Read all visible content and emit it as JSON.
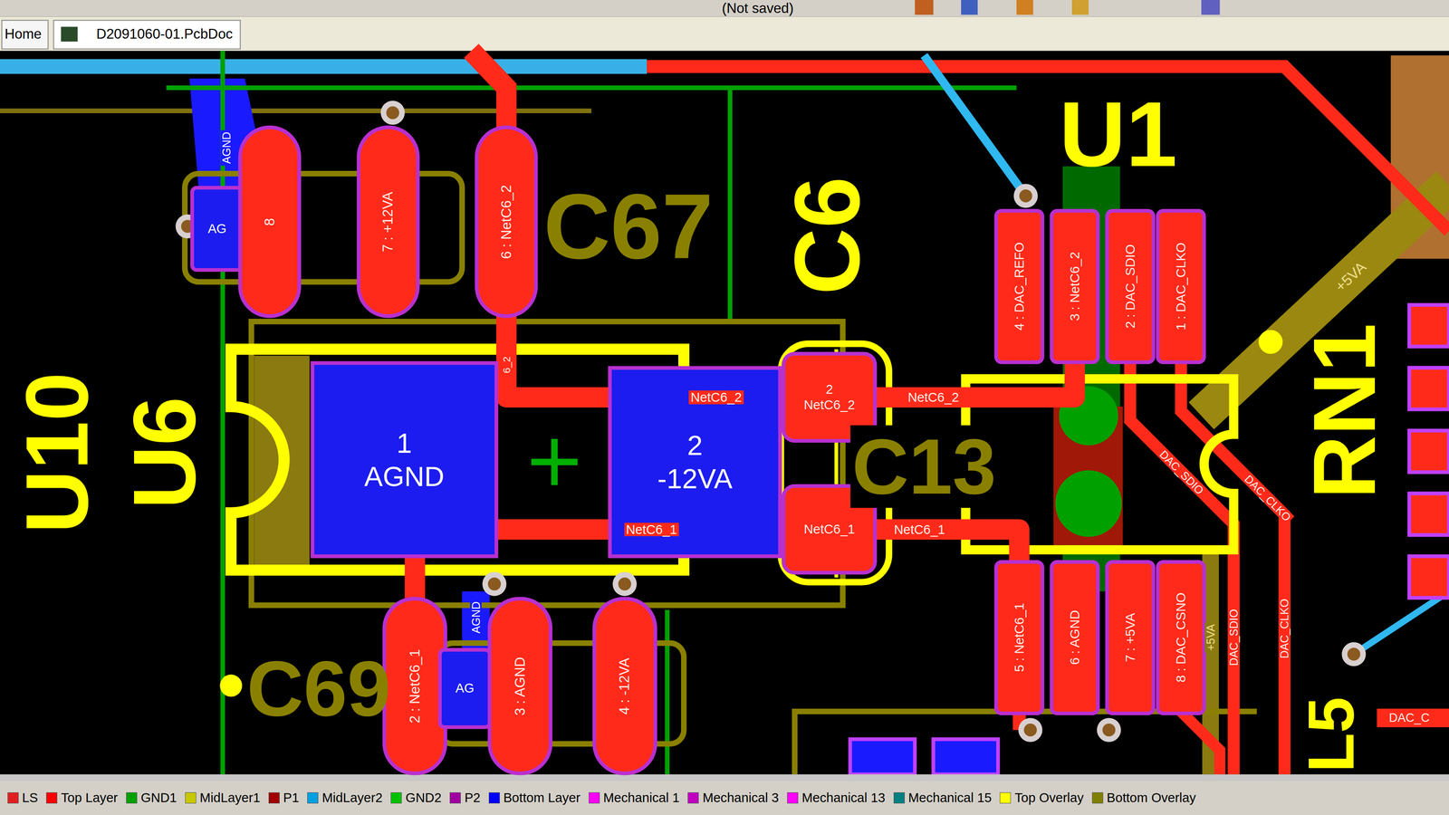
{
  "diagram": {
    "nodes": [
      {
        "text": [
          "AG"
        ]
      },
      {
        "text": [
          "8"
        ]
      },
      {
        "text": [
          "7 : +12VA"
        ]
      },
      {
        "text": [
          "6 : NetC6_2"
        ]
      },
      {
        "text": [
          "4 : DAC_REFO"
        ]
      },
      {
        "text": [
          "3 : NetC6_2"
        ]
      },
      {
        "text": [
          "2 : DAC_SDIO"
        ]
      },
      {
        "text": [
          "1 : DAC_CLKO"
        ]
      },
      {
        "text": [
          "2",
          "NetC6_2"
        ]
      },
      {
        "text": [
          "1",
          "AGND"
        ]
      },
      {
        "text": [
          "2",
          "-12VA"
        ]
      },
      {
        "text": [
          "NetC6_1"
        ]
      },
      {
        "text": [
          "5 : NetC6_1"
        ]
      },
      {
        "text": [
          "6 : AGND"
        ]
      },
      {
        "text": [
          "7 : +5VA"
        ]
      },
      {
        "text": [
          "8 : DAC_CSNO"
        ]
      },
      {
        "text": [
          "2 : NetC6_1"
        ]
      },
      {
        "text": [
          "AG"
        ]
      },
      {
        "text": [
          "3 : AGND"
        ]
      },
      {
        "text": [
          "4 : -12VA"
        ]
      }
    ],
    "edges": [
      {
        "from": 3,
        "to": 8,
        "label": "NetC6_2",
        "arrow": "none"
      },
      {
        "from": 8,
        "to": 5,
        "label": "NetC6_2",
        "arrow": "none"
      },
      {
        "from": 16,
        "to": 11,
        "label": "NetC6_1",
        "arrow": "none"
      },
      {
        "from": 11,
        "to": 12,
        "label": "NetC6_1",
        "arrow": "none"
      }
    ],
    "labels": [
      "Home",
      "D2091060-01.PcbDoc",
      "(Not saved)",
      "AGND",
      "C67",
      "C6",
      "U1",
      "U10",
      "U6",
      "6_2",
      "C13",
      "RN1",
      "+5VA",
      "DAC_SDIO",
      "DAC_CLKO",
      "+5VA",
      "DAC_SDIO",
      "DAC_CLKO",
      "AGND",
      "C69",
      "DAC_C",
      "L5"
    ],
    "legend": [
      {
        "text": "LS",
        "color": "#e02020"
      },
      {
        "text": "Top Layer",
        "color": "#ff0000"
      },
      {
        "text": "GND1",
        "color": "#00a000"
      },
      {
        "text": "MidLayer1",
        "color": "#c8c800"
      },
      {
        "text": "P1",
        "color": "#a00000"
      },
      {
        "text": "MidLayer2",
        "color": "#00a0e0"
      },
      {
        "text": "GND2",
        "color": "#00c000"
      },
      {
        "text": "P2",
        "color": "#a000a0"
      },
      {
        "text": "Bottom Layer",
        "color": "#0000ff"
      },
      {
        "text": "Mechanical 1",
        "color": "#ff00ff"
      },
      {
        "text": "Mechanical 3",
        "color": "#c000c0"
      },
      {
        "text": "Mechanical 13",
        "color": "#ff00ff"
      },
      {
        "text": "Mechanical 15",
        "color": "#008080"
      },
      {
        "text": "Top Overlay",
        "color": "#ffff00"
      },
      {
        "text": "Bottom Overlay",
        "color": "#808000"
      }
    ]
  }
}
